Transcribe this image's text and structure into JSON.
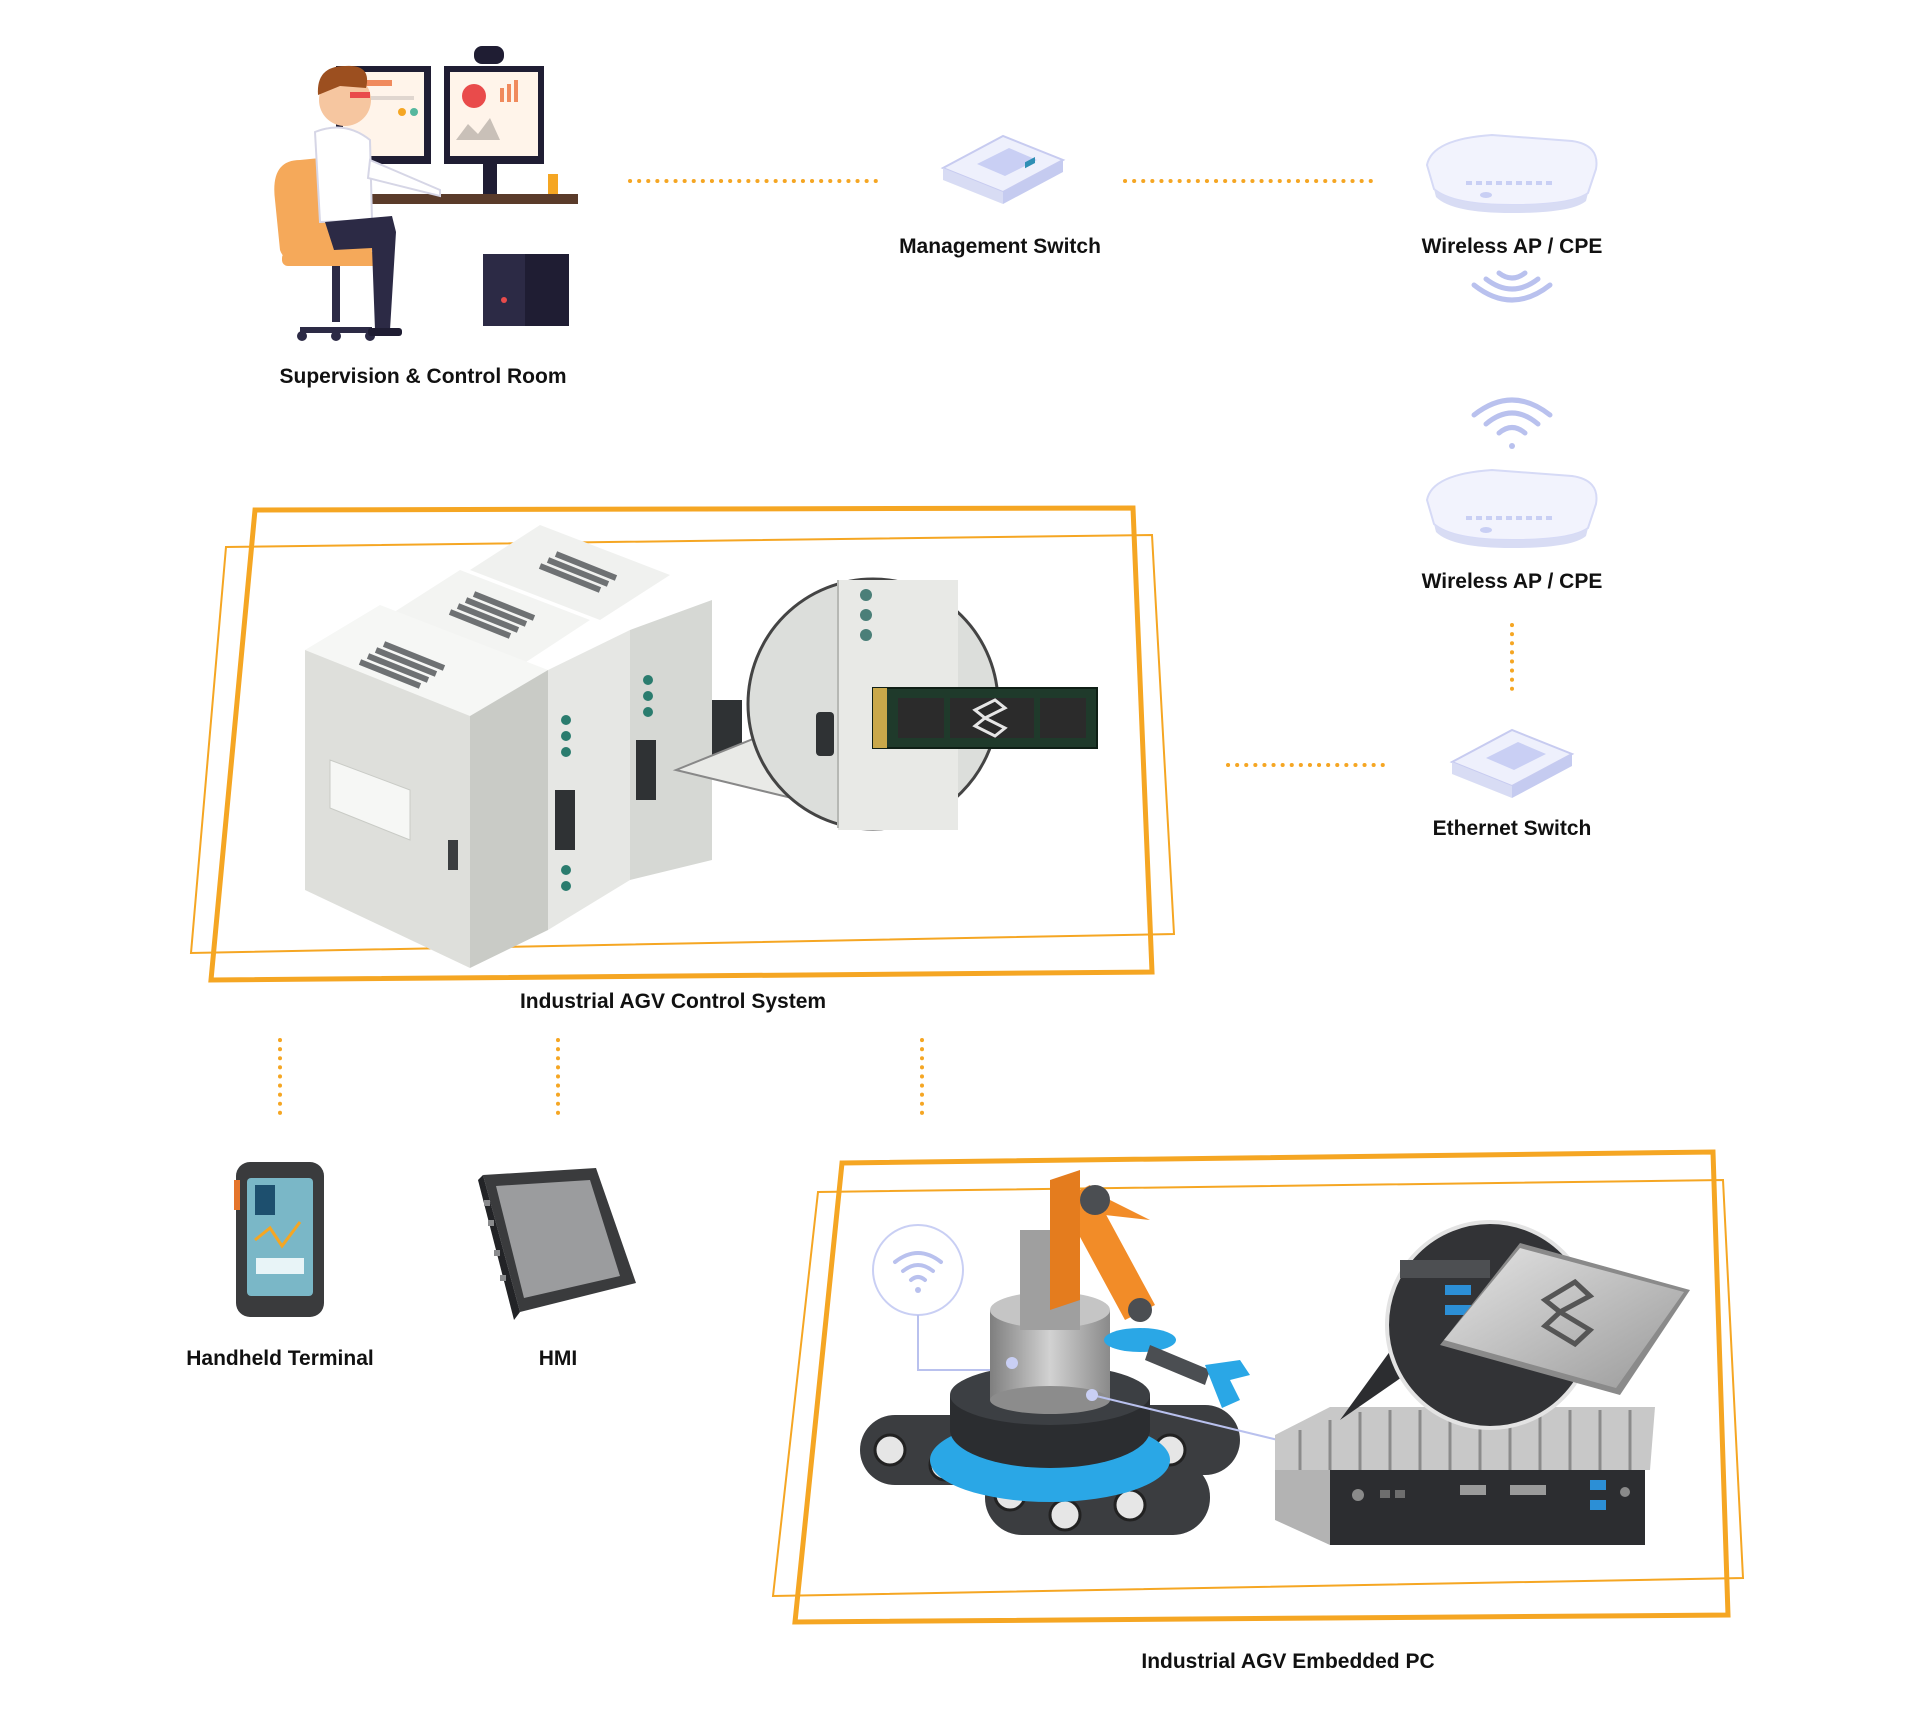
{
  "colors": {
    "accent": "#F5A623",
    "device_tint": "#D8DCF4",
    "wifi": "#B9C1EE",
    "text": "#111111"
  },
  "nodes": {
    "control_room": {
      "label": "Supervision & Control Room",
      "icon": "operator-workstation-icon"
    },
    "management_switch": {
      "label": "Management Switch",
      "icon": "network-switch-icon"
    },
    "wireless_ap_top": {
      "label": "Wireless AP / CPE",
      "icon": "wireless-access-point-icon"
    },
    "wireless_ap_bottom": {
      "label": "Wireless AP / CPE",
      "icon": "wireless-access-point-icon"
    },
    "ethernet_switch": {
      "label": "Ethernet Switch",
      "icon": "network-switch-icon"
    },
    "agv_control_system": {
      "label": "Industrial AGV Control System",
      "icon": "din-rail-controller-icon"
    },
    "handheld_terminal": {
      "label": "Handheld Terminal",
      "icon": "rugged-handheld-icon"
    },
    "hmi": {
      "label": "HMI",
      "icon": "panel-monitor-icon"
    },
    "agv_embedded_pc": {
      "label": "Industrial AGV Embedded PC",
      "icon": "robot-arm-embedded-pc-icon"
    }
  }
}
